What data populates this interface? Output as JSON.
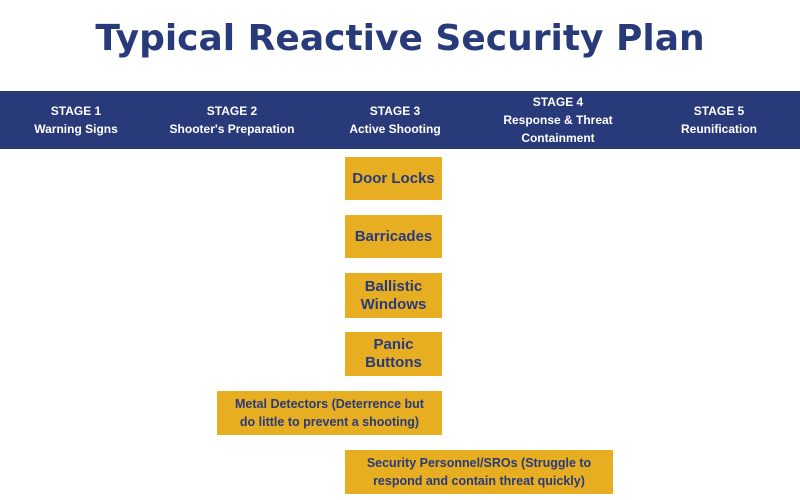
{
  "title": "Typical Reactive Security Plan",
  "stages": [
    {
      "number": "STAGE 1",
      "name": "Warning Signs"
    },
    {
      "number": "STAGE 2",
      "name": "Shooter's Preparation"
    },
    {
      "number": "STAGE 3",
      "name": "Active Shooting"
    },
    {
      "number": "STAGE 4",
      "name": "Response & Threat\nContainment"
    },
    {
      "number": "STAGE 5",
      "name": "Reunification"
    }
  ],
  "measures": [
    {
      "label": "Door Locks"
    },
    {
      "label": "Barricades"
    },
    {
      "label": "Ballistic\nWindows"
    },
    {
      "label": "Panic\nButtons"
    },
    {
      "label": "Metal Detectors (Deterrence but\ndo little to prevent a shooting)"
    },
    {
      "label": "Security Personnel/SROs (Struggle to\nrespond and contain threat quickly)"
    }
  ],
  "colors": {
    "navy": "#283a7a",
    "gold": "#e8ae22",
    "white": "#ffffff"
  }
}
